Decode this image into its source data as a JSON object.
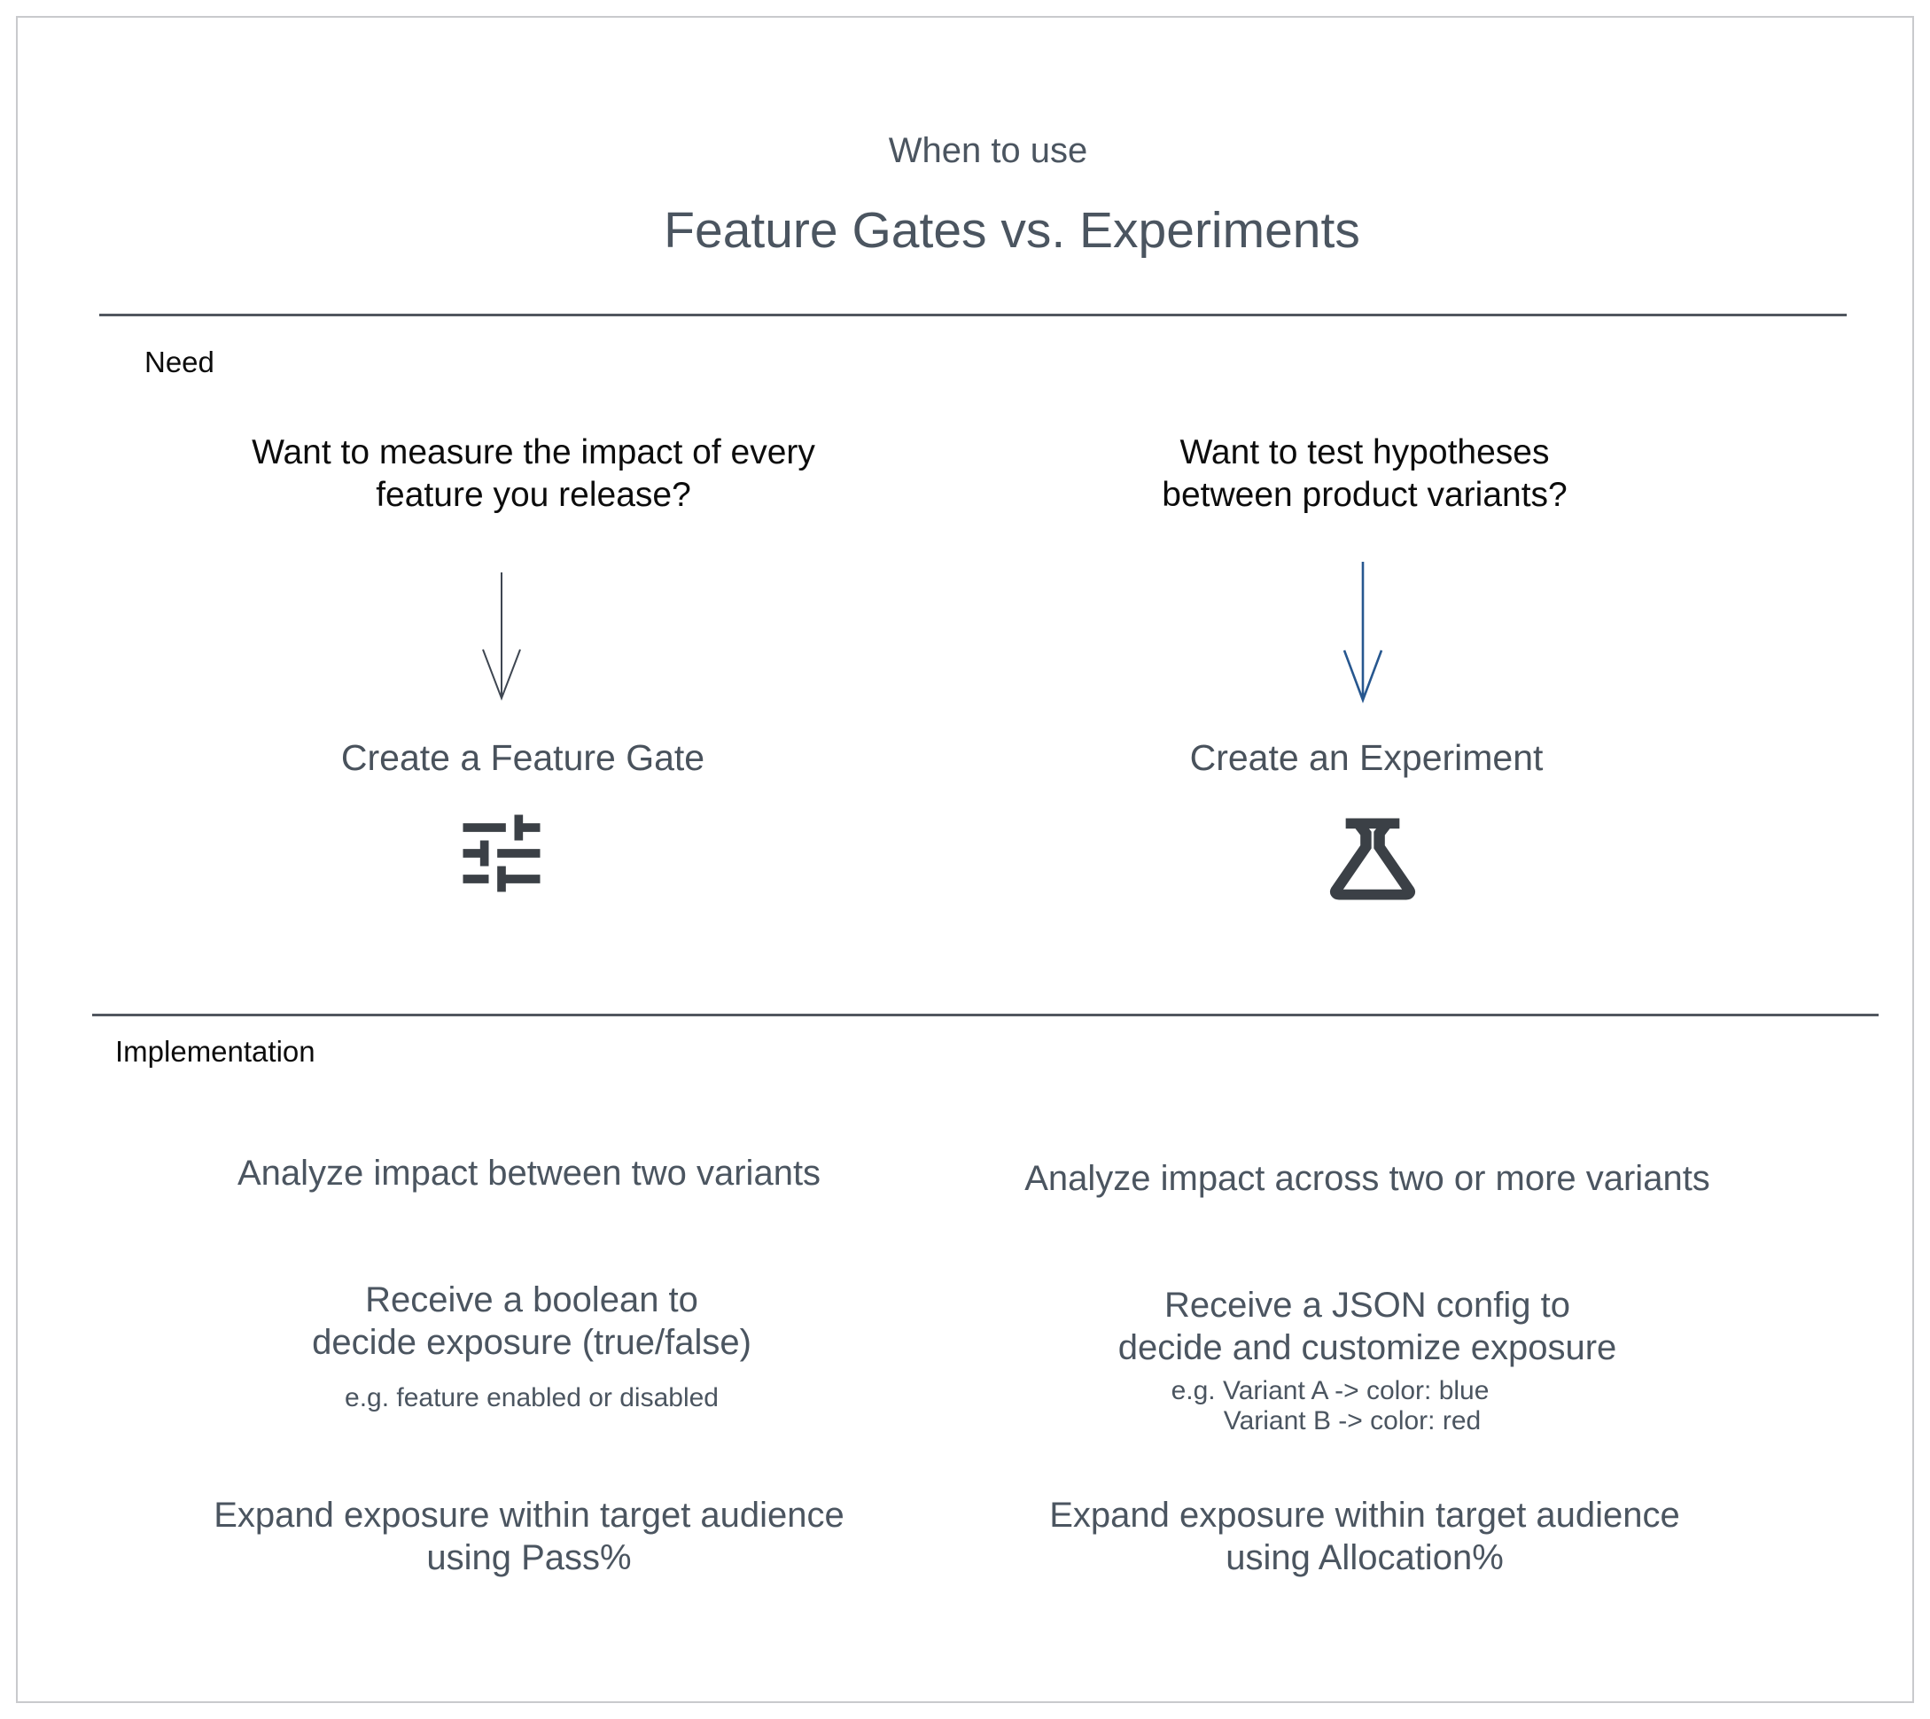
{
  "colors": {
    "background": "#ffffff",
    "frame_border": "#c9cacd",
    "divider": "#51575f",
    "text_primary": "#0c0c0c",
    "text_slate": "#4b5560",
    "icon_charcoal": "#3b4046",
    "arrow_gray": "#3e4651",
    "arrow_blue": "#27578f"
  },
  "header": {
    "eyebrow": "When to use",
    "title": "Feature Gates vs. Experiments"
  },
  "need": {
    "label": "Need",
    "left": {
      "question_line1": "Want to measure the impact of every",
      "question_line2": "feature you release?",
      "arrow_icon": "down-arrow-icon",
      "outcome": "Create a Feature Gate",
      "outcome_icon": "tune-sliders-icon"
    },
    "right": {
      "question_line1": "Want to test hypotheses",
      "question_line2": "between product variants?",
      "arrow_icon": "down-arrow-icon",
      "outcome": "Create an Experiment",
      "outcome_icon": "flask-icon"
    }
  },
  "implementation": {
    "label": "Implementation",
    "left": {
      "row1": "Analyze impact between two variants",
      "row2_line1": "Receive a boolean to",
      "row2_line2": "decide exposure (true/false)",
      "row2_note": "e.g. feature enabled or disabled",
      "row3_line1": "Expand exposure within target audience",
      "row3_line2": "using Pass%"
    },
    "right": {
      "row1": "Analyze impact across two or more variants",
      "row2_line1": "Receive a JSON config to",
      "row2_line2": "decide and customize exposure",
      "row2_note_line1": "e.g. Variant A -> color: blue",
      "row2_note_line2": "Variant B -> color: red",
      "row3_line1": "Expand exposure within target audience",
      "row3_line2": "using Allocation%"
    }
  }
}
